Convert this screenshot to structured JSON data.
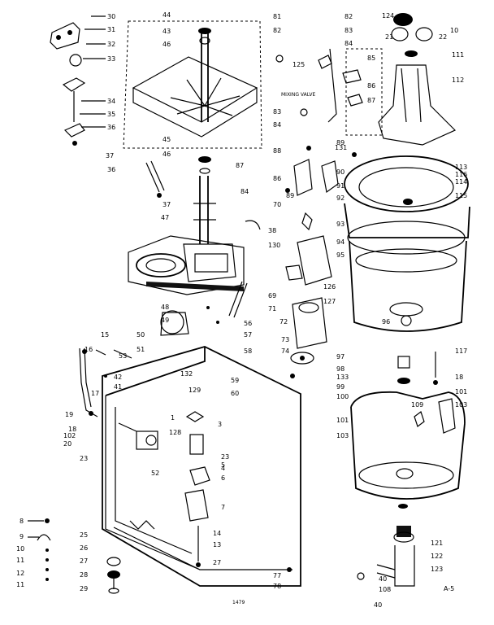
{
  "labels": [
    {
      "id": "30",
      "text": "30"
    },
    {
      "id": "31",
      "text": "31"
    },
    {
      "id": "32",
      "text": "32"
    },
    {
      "id": "33",
      "text": "33"
    },
    {
      "id": "34",
      "text": "34"
    },
    {
      "id": "35",
      "text": "35"
    },
    {
      "id": "36",
      "text": "36"
    },
    {
      "id": "37",
      "text": "37"
    },
    {
      "id": "36b",
      "text": "36"
    },
    {
      "id": "37b",
      "text": "37"
    },
    {
      "id": "44",
      "text": "44"
    },
    {
      "id": "43",
      "text": "43"
    },
    {
      "id": "46",
      "text": "46"
    },
    {
      "id": "45",
      "text": "45"
    },
    {
      "id": "46b",
      "text": "46"
    },
    {
      "id": "81",
      "text": "81"
    },
    {
      "id": "82",
      "text": "82"
    },
    {
      "id": "125",
      "text": "125"
    },
    {
      "id": "82b",
      "text": "82"
    },
    {
      "id": "83",
      "text": "83"
    },
    {
      "id": "84",
      "text": "84"
    },
    {
      "id": "85",
      "text": "85"
    },
    {
      "id": "86",
      "text": "86"
    },
    {
      "id": "87",
      "text": "87"
    },
    {
      "id": "83b",
      "text": "83"
    },
    {
      "id": "84b",
      "text": "84"
    },
    {
      "id": "124",
      "text": "124"
    },
    {
      "id": "21",
      "text": "21"
    },
    {
      "id": "22",
      "text": "22"
    },
    {
      "id": "10",
      "text": "10"
    },
    {
      "id": "111",
      "text": "111"
    },
    {
      "id": "112",
      "text": "112"
    },
    {
      "id": "88",
      "text": "88"
    },
    {
      "id": "87b",
      "text": "87"
    },
    {
      "id": "86b",
      "text": "86"
    },
    {
      "id": "89",
      "text": "89"
    },
    {
      "id": "70",
      "text": "70"
    },
    {
      "id": "131",
      "text": "131"
    },
    {
      "id": "89b",
      "text": "89"
    },
    {
      "id": "90",
      "text": "90"
    },
    {
      "id": "91",
      "text": "91"
    },
    {
      "id": "92",
      "text": "92"
    },
    {
      "id": "113",
      "text": "113"
    },
    {
      "id": "116",
      "text": "116"
    },
    {
      "id": "114",
      "text": "114"
    },
    {
      "id": "115",
      "text": "115"
    },
    {
      "id": "84c",
      "text": "84"
    },
    {
      "id": "47",
      "text": "47"
    },
    {
      "id": "38",
      "text": "38"
    },
    {
      "id": "130",
      "text": "130"
    },
    {
      "id": "93",
      "text": "93"
    },
    {
      "id": "94",
      "text": "94"
    },
    {
      "id": "95",
      "text": "95"
    },
    {
      "id": "69",
      "text": "69"
    },
    {
      "id": "126",
      "text": "126"
    },
    {
      "id": "71",
      "text": "71"
    },
    {
      "id": "127",
      "text": "127"
    },
    {
      "id": "48",
      "text": "48"
    },
    {
      "id": "49",
      "text": "49"
    },
    {
      "id": "56",
      "text": "56"
    },
    {
      "id": "57",
      "text": "57"
    },
    {
      "id": "72",
      "text": "72"
    },
    {
      "id": "96",
      "text": "96"
    },
    {
      "id": "15",
      "text": "15"
    },
    {
      "id": "50",
      "text": "50"
    },
    {
      "id": "53",
      "text": "53"
    },
    {
      "id": "51",
      "text": "51"
    },
    {
      "id": "58",
      "text": "58"
    },
    {
      "id": "73",
      "text": "73"
    },
    {
      "id": "16",
      "text": "16"
    },
    {
      "id": "117",
      "text": "117"
    },
    {
      "id": "97",
      "text": "97"
    },
    {
      "id": "42",
      "text": "42"
    },
    {
      "id": "132",
      "text": "132"
    },
    {
      "id": "59",
      "text": "59"
    },
    {
      "id": "74",
      "text": "74"
    },
    {
      "id": "98",
      "text": "98"
    },
    {
      "id": "18",
      "text": "18"
    },
    {
      "id": "41",
      "text": "41"
    },
    {
      "id": "129",
      "text": "129"
    },
    {
      "id": "60",
      "text": "60"
    },
    {
      "id": "133",
      "text": "133"
    },
    {
      "id": "99",
      "text": "99"
    },
    {
      "id": "101",
      "text": "101"
    },
    {
      "id": "17",
      "text": "17"
    },
    {
      "id": "100",
      "text": "100"
    },
    {
      "id": "109",
      "text": "109"
    },
    {
      "id": "103",
      "text": "103"
    },
    {
      "id": "19",
      "text": "19"
    },
    {
      "id": "1",
      "text": "1"
    },
    {
      "id": "3",
      "text": "3"
    },
    {
      "id": "101b",
      "text": "101"
    },
    {
      "id": "18b",
      "text": "18"
    },
    {
      "id": "102",
      "text": "102"
    },
    {
      "id": "103b",
      "text": "103"
    },
    {
      "id": "128",
      "text": "128"
    },
    {
      "id": "20",
      "text": "20"
    },
    {
      "id": "52",
      "text": "52"
    },
    {
      "id": "23",
      "text": "23"
    },
    {
      "id": "23b",
      "text": "23"
    },
    {
      "id": "5",
      "text": "5"
    },
    {
      "id": "4",
      "text": "4"
    },
    {
      "id": "6",
      "text": "6"
    },
    {
      "id": "7",
      "text": "7"
    },
    {
      "id": "8",
      "text": "8"
    },
    {
      "id": "9",
      "text": "9"
    },
    {
      "id": "10b",
      "text": "10"
    },
    {
      "id": "11",
      "text": "11"
    },
    {
      "id": "12",
      "text": "12"
    },
    {
      "id": "11b",
      "text": "11"
    },
    {
      "id": "25",
      "text": "25"
    },
    {
      "id": "26",
      "text": "26"
    },
    {
      "id": "27",
      "text": "27"
    },
    {
      "id": "28",
      "text": "28"
    },
    {
      "id": "29",
      "text": "29"
    },
    {
      "id": "14",
      "text": "14"
    },
    {
      "id": "13",
      "text": "13"
    },
    {
      "id": "27b",
      "text": "27"
    },
    {
      "id": "77",
      "text": "77"
    },
    {
      "id": "78",
      "text": "78"
    },
    {
      "id": "121",
      "text": "121"
    },
    {
      "id": "122",
      "text": "122"
    },
    {
      "id": "123",
      "text": "123"
    },
    {
      "id": "40",
      "text": "40"
    },
    {
      "id": "108",
      "text": "108"
    },
    {
      "id": "40b",
      "text": "40"
    }
  ],
  "annotations": {
    "motor_valve_note": "MIXING VALVE",
    "figure_ref": "A-5",
    "page_code": "1479"
  }
}
